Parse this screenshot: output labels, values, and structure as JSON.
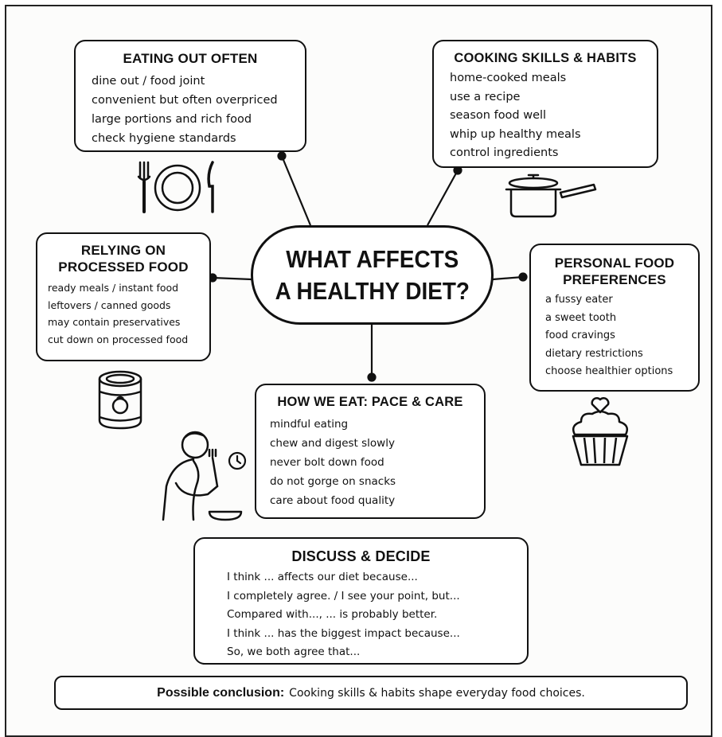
{
  "center": {
    "title": "WHAT AFFECTS\nA HEALTHY DIET?"
  },
  "eating_out": {
    "title": "EATING OUT OFTEN",
    "items": [
      "dine out / food joint",
      "convenient but often overpriced",
      "large portions and rich food",
      "check hygiene standards"
    ]
  },
  "cooking": {
    "title": "COOKING SKILLS & HABITS",
    "items": [
      "home-cooked meals",
      "use a recipe",
      "season food well",
      "whip up healthy meals",
      "control ingredients"
    ]
  },
  "processed": {
    "title_line1": "RELYING ON",
    "title_line2": "PROCESSED FOOD",
    "items": [
      "ready meals / instant food",
      "leftovers / canned goods",
      "may contain preservatives",
      "cut down on processed food"
    ]
  },
  "preferences": {
    "title_line1": "PERSONAL FOOD",
    "title_line2": "PREFERENCES",
    "items": [
      "a fussy eater",
      "a sweet tooth",
      "food cravings",
      "dietary restrictions",
      "choose healthier options"
    ]
  },
  "how_we_eat": {
    "title": "HOW WE EAT: PACE & CARE",
    "items": [
      "mindful eating",
      "chew and digest slowly",
      "never bolt down food",
      "do not gorge on snacks",
      "care about food quality"
    ]
  },
  "discuss": {
    "title": "DISCUSS & DECIDE",
    "items": [
      "I think ... affects our diet because...",
      "I completely agree. / I see your point, but...",
      "Compared with..., ... is probably better.",
      "I think ... has the biggest impact because...",
      "So, we both agree that..."
    ]
  },
  "conclusion": {
    "label": "Possible conclusion:",
    "text": "Cooking skills & habits shape everyday food choices."
  },
  "icons": [
    "fork-plate-knife-icon",
    "saucepan-icon",
    "tin-can-icon",
    "cupcake-icon",
    "person-eating-icon",
    "clock-icon"
  ]
}
